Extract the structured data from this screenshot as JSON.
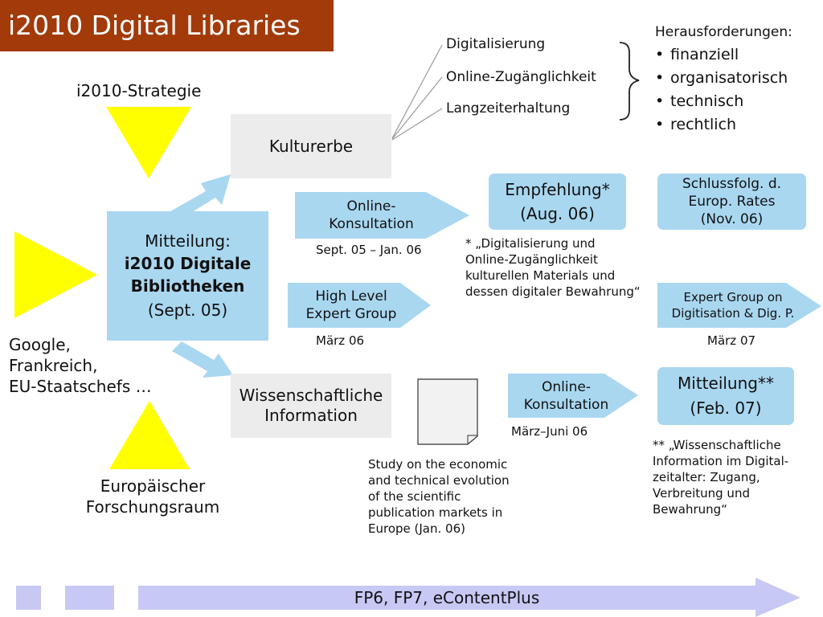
{
  "title": "i2010 Digital Libraries",
  "strategy_label": "i2010-Strategie",
  "google_label": [
    "Google,",
    "Frankreich,",
    "EU-Staatschefs …"
  ],
  "research_label": [
    "Europäischer",
    "Forschungsraum"
  ],
  "mitteilung": {
    "line1": "Mitteilung:",
    "line2": "i2010 Digitale",
    "line3": "Bibliotheken",
    "line4": "(Sept. 05)"
  },
  "kulturerbe": "Kulturerbe",
  "wiss_info": [
    "Wissenschaftliche",
    "Information"
  ],
  "topics": [
    "Digitalisierung",
    "Online-Zugänglichkeit",
    "Langzeiterhaltung"
  ],
  "challenges": {
    "heading": "Herausforderungen:",
    "items": [
      "finanziell",
      "organisatorisch",
      "technisch",
      "rechtlich"
    ]
  },
  "online_konsultation_1": {
    "line1": "Online-",
    "line2": "Konsultation",
    "date": "Sept. 05 – Jan.  06"
  },
  "high_level": {
    "line1": "High Level",
    "line2": "Expert Group",
    "date": "März 06"
  },
  "empfehlung": {
    "line1": "Empfehlung*",
    "line2": "(Aug. 06)"
  },
  "empfehlung_note": [
    "* „Digitalisierung und",
    "Online-Zugänglichkeit",
    "kulturellen Materials und",
    "dessen digitaler Bewahrung“"
  ],
  "schlussfolg": [
    "Schlussfolg. d.",
    "Europ. Rates",
    "(Nov. 06)"
  ],
  "expert_group_dig": {
    "line1": "Expert Group on",
    "line2": "Digitisation & Dig. P.",
    "date": "März 07"
  },
  "online_konsultation_2": {
    "line1": "Online-",
    "line2": "Konsultation",
    "date": "März–Juni  06"
  },
  "mitteilung2": {
    "line1": "Mitteilung**",
    "line2": "(Feb. 07)"
  },
  "mitteilung2_note": [
    "** „Wissenschaftliche",
    "Information im Digital-",
    "zeitalter: Zugang,",
    "Verbreitung und",
    "Bewahrung“"
  ],
  "study": [
    "Study on the economic",
    "and technical evolution",
    "of the scientific",
    "publication markets in",
    "Europe (Jan. 06)"
  ],
  "funding": "FP6, FP7, eContentPlus",
  "colors": {
    "title_bg": "#a23a0a",
    "yellow": "#ffff00",
    "blue": "#a9d7f0",
    "grey": "#ececec",
    "lavender": "#c8c8f5"
  }
}
